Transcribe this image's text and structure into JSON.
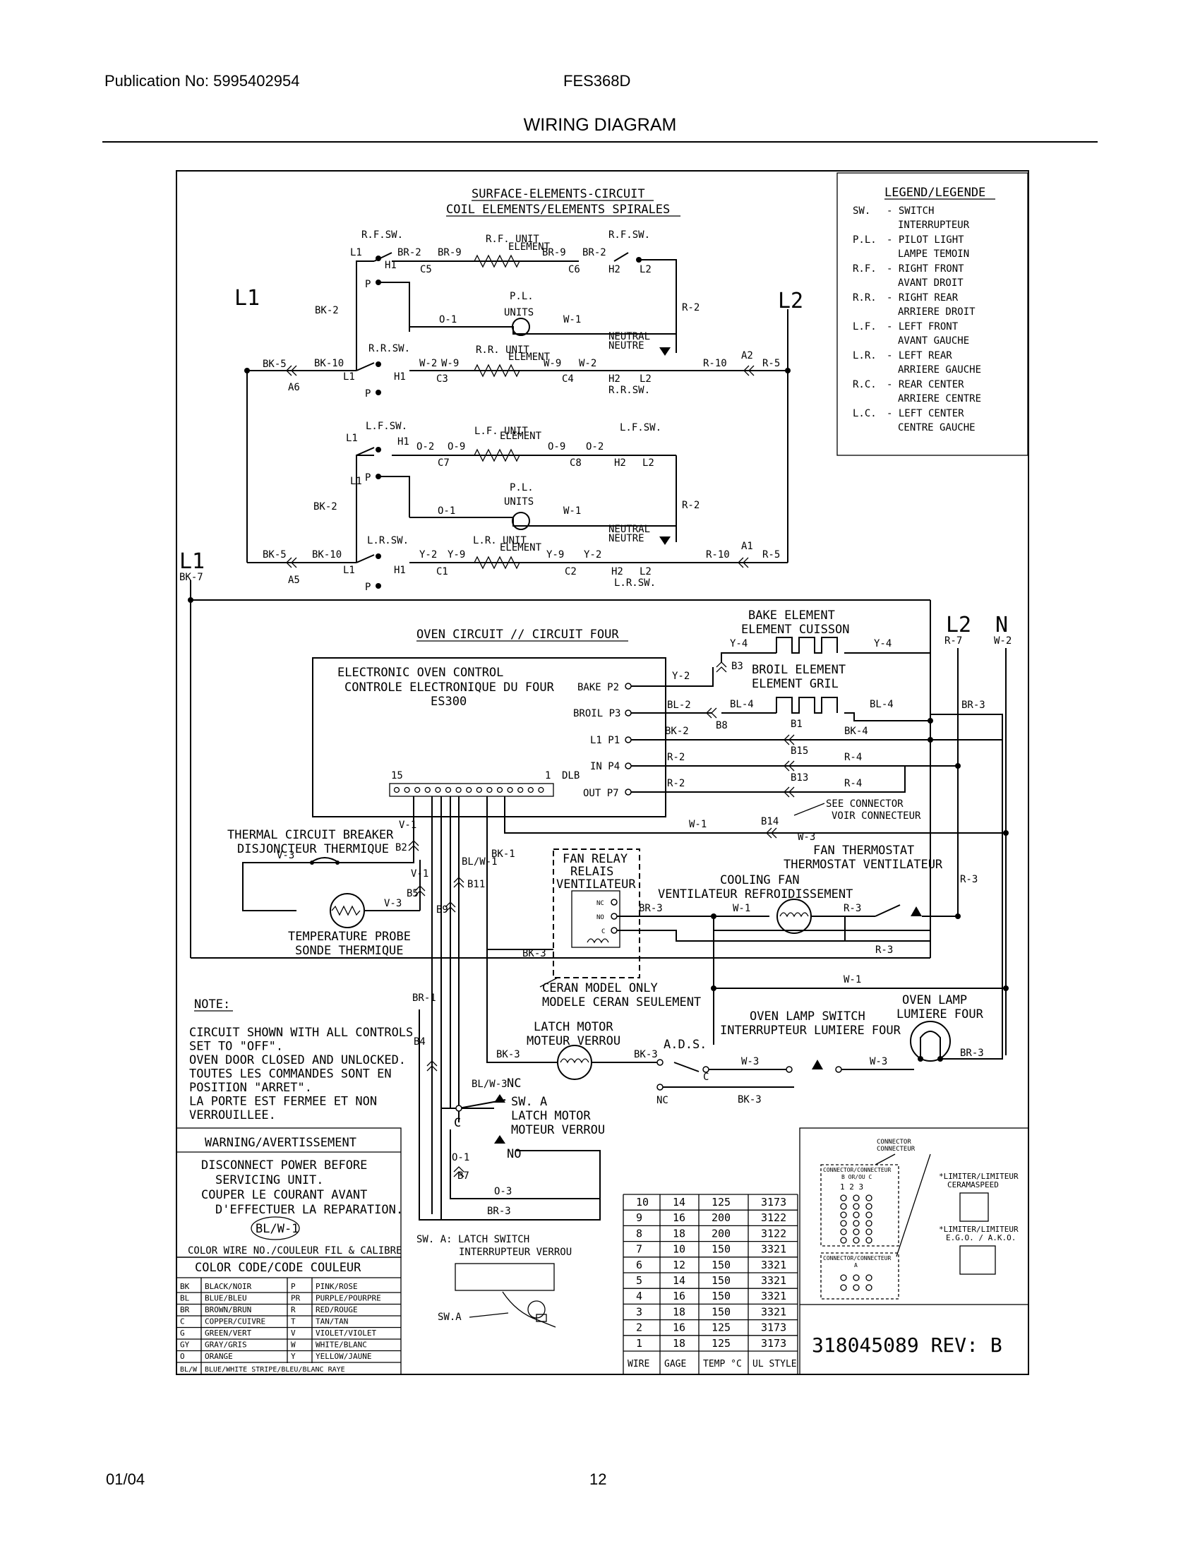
{
  "header": {
    "publication": "Publication No: 5995402954",
    "model": "FES368D",
    "title": "WIRING DIAGRAM"
  },
  "footer": {
    "date": "01/04",
    "page": "12"
  },
  "surface": {
    "title1": "SURFACE-ELEMENTS-CIRCUIT",
    "title2": "COIL ELEMENTS/ELEMENTS SPIRALES",
    "L1": "L1",
    "L2": "L2",
    "rf_sw": "R.F.SW.",
    "rf_unit1": "R.F. UNIT",
    "rf_unit2": "ELEMENT",
    "rr_sw": "R.R.SW.",
    "rr_unit1": "R.R. UNIT",
    "rr_unit2": "ELEMENT",
    "lf_sw": "L.F.SW.",
    "lf_unit1": "L.F. UNIT",
    "lf_unit2": "ELEMENT",
    "lr_sw": "L.R.SW.",
    "lr_unit1": "L.R. UNIT",
    "lr_unit2": "ELEMENT",
    "pl1": "P.L.",
    "pl2": "UNITS",
    "neutral1": "NEUTRAL",
    "neutral2": "NEUTRE",
    "wires": {
      "br2": "BR-2",
      "br9": "BR-9",
      "bk2": "BK-2",
      "bk5": "BK-5",
      "bk10": "BK-10",
      "o1": "O-1",
      "w1": "W-1",
      "r2": "R-2",
      "r5": "R-5",
      "r10": "R-10",
      "w2": "W-2",
      "w9": "W-9",
      "o2": "O-2",
      "o9": "O-9",
      "y2": "Y-2",
      "y9": "Y-9",
      "bk7": "BK-7"
    },
    "terms": {
      "l1": "L1",
      "l2": "L2",
      "h1": "H1",
      "h2": "H2",
      "p": "P",
      "c1": "C1",
      "c2": "C2",
      "c3": "C3",
      "c4": "C4",
      "c5": "C5",
      "c6": "C6",
      "c7": "C7",
      "c8": "C8",
      "a1": "A1",
      "a2": "A2",
      "a5": "A5",
      "a6": "A6"
    }
  },
  "legend": {
    "title": "LEGEND/LEGENDE",
    "items": [
      {
        "abbr": "SW.",
        "text": "- SWITCH",
        "text2": "INTERRUPTEUR"
      },
      {
        "abbr": "P.L.",
        "text": "- PILOT LIGHT",
        "text2": "LAMPE TEMOIN"
      },
      {
        "abbr": "R.F.",
        "text": "- RIGHT FRONT",
        "text2": "AVANT DROIT"
      },
      {
        "abbr": "R.R.",
        "text": "- RIGHT REAR",
        "text2": "ARRIERE DROIT"
      },
      {
        "abbr": "L.F.",
        "text": "- LEFT FRONT",
        "text2": "AVANT GAUCHE"
      },
      {
        "abbr": "L.R.",
        "text": "- LEFT REAR",
        "text2": "ARRIERE GAUCHE"
      },
      {
        "abbr": "R.C.",
        "text": "- REAR CENTER",
        "text2": "ARRIERE CENTRE"
      },
      {
        "abbr": "L.C.",
        "text": "- LEFT CENTER",
        "text2": "CENTRE GAUCHE"
      }
    ]
  },
  "oven": {
    "title": "OVEN CIRCUIT // CIRCUIT FOUR",
    "L1": "L1",
    "L2": "L2",
    "N": "N",
    "r7": "R-7",
    "w2": "W-2",
    "bake1": "BAKE ELEMENT",
    "bake2": "ELEMENT CUISSON",
    "broil1": "BROIL ELEMENT",
    "broil2": "ELEMENT GRIL",
    "eoc1": "ELECTRONIC OVEN CONTROL",
    "eoc2": "CONTROLE ELECTRONIQUE DU FOUR",
    "eoc3": "ES300",
    "pins": {
      "bake": "BAKE P2",
      "broil": "BROIL P3",
      "l1": "L1 P1",
      "in": "IN P4",
      "out": "OUT P7",
      "n15": "15",
      "n1": "1",
      "dlb": "DLB"
    },
    "wires": {
      "y2": "Y-2",
      "y4": "Y-4",
      "y4b": "Y-4",
      "bl2": "BL-2",
      "bl4": "BL-4",
      "bl4b": "BL-4",
      "bk2": "BK-2",
      "bk4": "BK-4",
      "r2a": "R-2",
      "r2b": "R-2",
      "r4a": "R-4",
      "r4b": "R-4",
      "br3": "BR-3",
      "w1": "W-1",
      "w3": "W-3",
      "v1": "V-1",
      "v3": "V-3",
      "v1b": "V-1",
      "v3b": "V-3",
      "bk1": "BK-1",
      "blw1": "BL/W-1",
      "br3b": "BR-3",
      "w1b": "W-1",
      "r3": "R-3",
      "r3b": "R-3",
      "r3c": "R-3",
      "bk3": "BK-3",
      "w1c": "W-1",
      "br1": "BR-1",
      "bk3b": "BK-3",
      "bk3c": "BK-3",
      "w3b": "W-3",
      "w3c": "W-3",
      "br3c": "BR-3",
      "blw3": "BL/W-3",
      "o1": "O-1",
      "o3": "O-3",
      "br3d": "BR-3",
      "bk3nc": "BK-3"
    },
    "conn": {
      "b1": "B1",
      "b2": "B2",
      "b3": "B3",
      "b4": "B4",
      "b5": "B5",
      "b7": "B7",
      "b8": "B8",
      "b9": "B9",
      "b11": "B11",
      "b13": "B13",
      "b14": "B14",
      "b15": "B15"
    },
    "see1": "SEE CONNECTOR",
    "see2": "VOIR CONNECTEUR",
    "fan_thermo1": "FAN THERMOSTAT",
    "fan_thermo2": "THERMOSTAT VENTILATEUR",
    "breaker1": "THERMAL CIRCUIT BREAKER",
    "breaker2": "DISJONCTEUR THERMIQUE",
    "probe1": "TEMPERATURE PROBE",
    "probe2": "SONDE THERMIQUE",
    "relay1": "FAN RELAY",
    "relay2": "RELAIS",
    "relay3": "VENTILATEUR",
    "cool1": "COOLING FAN",
    "cool2": "VENTILATEUR REFROIDISSEMENT",
    "nc": "NC",
    "no": "NO",
    "c": "C",
    "ceran1": "CERAN MODEL ONLY",
    "ceran2": "MODELE CERAN SEULEMENT",
    "latch1": "LATCH MOTOR",
    "latch2": "MOTEUR VERROU",
    "ads": "A.D.S.",
    "lampsw1": "OVEN LAMP SWITCH",
    "lampsw2": "INTERRUPTEUR LUMIERE FOUR",
    "lamp1": "OVEN LAMP",
    "lamp2": "LUMIERE FOUR",
    "swa1": "SW. A",
    "swa2": "LATCH MOTOR",
    "swa3": "MOTEUR VERROU",
    "swa_lbl1": "SW. A: LATCH SWITCH",
    "swa_lbl2": "INTERRUPTEUR VERROU",
    "swa_ptr": "SW.A"
  },
  "note": {
    "title": "NOTE:",
    "lines": [
      "CIRCUIT SHOWN WITH ALL CONTROLS",
      "SET TO \"OFF\".",
      "OVEN DOOR CLOSED AND UNLOCKED.",
      "TOUTES LES COMMANDES SONT EN",
      "POSITION \"ARRET\".",
      "LA PORTE EST FERMEE ET NON",
      "VERROUILLEE."
    ]
  },
  "warning": {
    "title": "WARNING/AVERTISSEMENT",
    "lines": [
      "DISCONNECT POWER BEFORE",
      "SERVICING UNIT.",
      "COUPER LE COURANT AVANT",
      "D'EFFECTUER LA REPARATION."
    ],
    "bubble": "BL/W-1",
    "colorwire": "COLOR WIRE NO./COULEUR FIL & CALIBRE"
  },
  "colorcode": {
    "title": "COLOR CODE/CODE COULEUR",
    "rows": [
      [
        "BK",
        "BLACK/NOIR",
        "P",
        "PINK/ROSE"
      ],
      [
        "BL",
        "BLUE/BLEU",
        "PR",
        "PURPLE/POURPRE"
      ],
      [
        "BR",
        "BROWN/BRUN",
        "R",
        "RED/ROUGE"
      ],
      [
        "C",
        "COPPER/CUIVRE",
        "T",
        "TAN/TAN"
      ],
      [
        "G",
        "GREEN/VERT",
        "V",
        "VIOLET/VIOLET"
      ],
      [
        "GY",
        "GRAY/GRIS",
        "W",
        "WHITE/BLANC"
      ],
      [
        "O",
        "ORANGE",
        "Y",
        "YELLOW/JAUNE"
      ]
    ],
    "last": [
      "BL/W",
      "BLUE/WHITE STRIPE/BLEU/BLANC RAYE"
    ]
  },
  "gage": {
    "headers": [
      "WIRE",
      "GAGE",
      "TEMP °C",
      "UL STYLE"
    ],
    "rows": [
      [
        "10",
        "14",
        "125",
        "3173"
      ],
      [
        "9",
        "16",
        "200",
        "3122"
      ],
      [
        "8",
        "18",
        "200",
        "3122"
      ],
      [
        "7",
        "10",
        "150",
        "3321"
      ],
      [
        "6",
        "12",
        "150",
        "3321"
      ],
      [
        "5",
        "14",
        "150",
        "3321"
      ],
      [
        "4",
        "16",
        "150",
        "3321"
      ],
      [
        "3",
        "18",
        "150",
        "3321"
      ],
      [
        "2",
        "16",
        "125",
        "3173"
      ],
      [
        "1",
        "18",
        "125",
        "3173"
      ]
    ]
  },
  "connector": {
    "label1": "CONNECTOR",
    "label2": "CONNECTEUR",
    "boxB1": "CONNECTOR/CONNECTEUR",
    "boxB2": "B OR/OU C",
    "cols3": "1 2 3",
    "boxA1": "CONNECTOR/CONNECTEUR",
    "boxA2": "A",
    "lim1": "*LIMITER/LIMITEUR",
    "lim1b": "CERAMASPEED",
    "lim2": "*LIMITER/LIMITEUR",
    "lim2b": "E.G.O. / A.K.O.",
    "partno": "318045089 REV: B"
  }
}
